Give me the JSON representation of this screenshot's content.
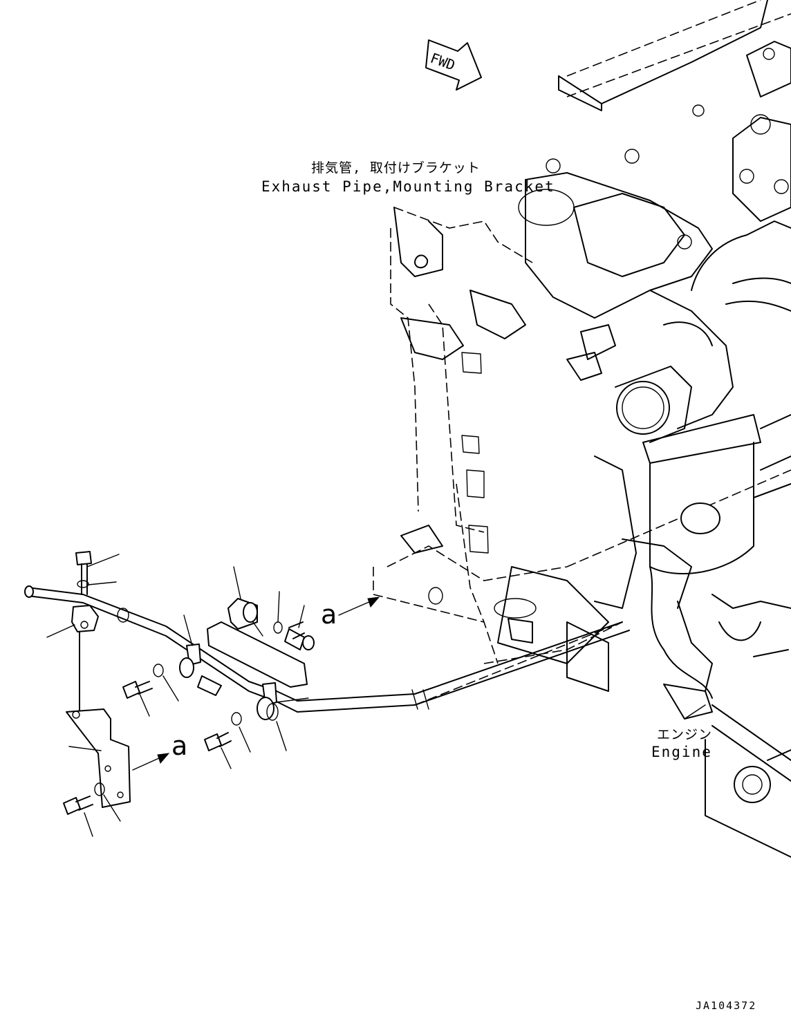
{
  "labels": {
    "exhaust_jp": "排気管, 取付けブラケット",
    "exhaust_en": "Exhaust Pipe,Mounting Bracket",
    "engine_jp": "エンジン",
    "engine_en": "Engine",
    "fwd": "FWD",
    "view_marker": "a",
    "drawing_code": "JA104372"
  }
}
